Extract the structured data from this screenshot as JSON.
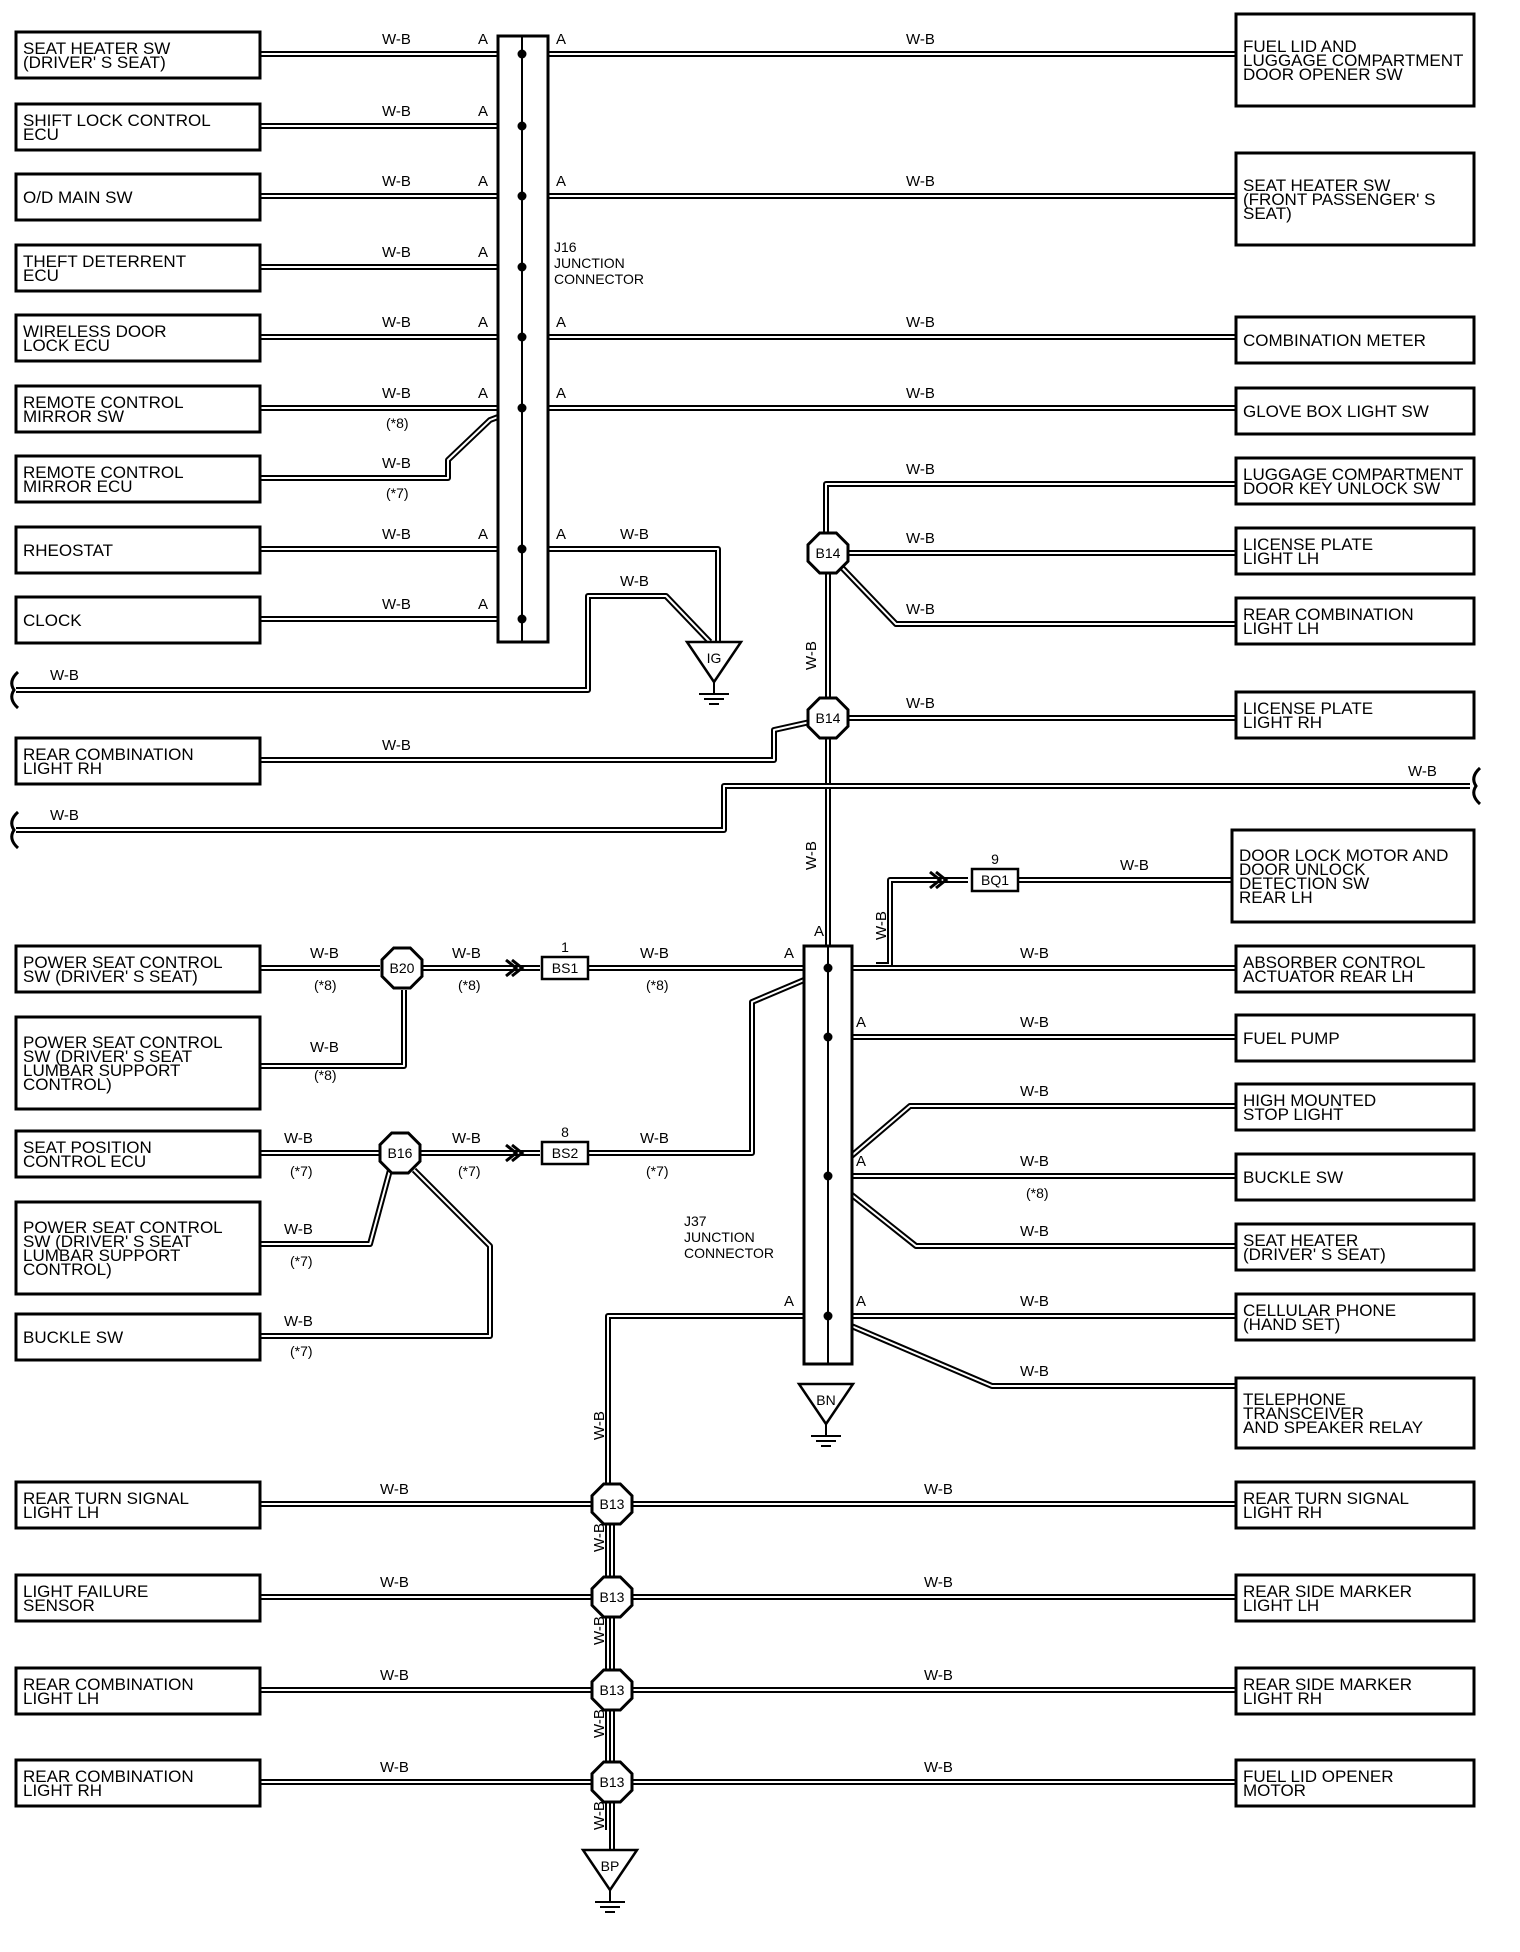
{
  "wire_color": "W-B",
  "left_components": [
    {
      "id": "seat_heater_drv",
      "lines": [
        "SEAT HEATER SW",
        "(DRIVER' S SEAT)"
      ]
    },
    {
      "id": "shift_lock",
      "lines": [
        "SHIFT LOCK CONTROL",
        "ECU"
      ]
    },
    {
      "id": "od_main",
      "lines": [
        "O/D MAIN SW"
      ]
    },
    {
      "id": "theft",
      "lines": [
        "THEFT DETERRENT",
        "ECU"
      ]
    },
    {
      "id": "wireless",
      "lines": [
        "WIRELESS DOOR",
        "LOCK ECU"
      ]
    },
    {
      "id": "rc_mirror_sw",
      "lines": [
        "REMOTE CONTROL",
        "MIRROR SW"
      ]
    },
    {
      "id": "rc_mirror_ecu",
      "lines": [
        "REMOTE CONTROL",
        "MIRROR ECU"
      ]
    },
    {
      "id": "rheostat",
      "lines": [
        "RHEOSTAT"
      ]
    },
    {
      "id": "clock",
      "lines": [
        "CLOCK"
      ]
    },
    {
      "id": "rear_comb_rh_1",
      "lines": [
        "REAR COMBINATION",
        "LIGHT RH"
      ]
    },
    {
      "id": "ps_ctrl_drv",
      "lines": [
        "POWER SEAT CONTROL",
        "SW (DRIVER' S SEAT)"
      ]
    },
    {
      "id": "ps_lumbar_8",
      "lines": [
        "POWER SEAT CONTROL",
        "SW (DRIVER' S SEAT",
        "LUMBAR SUPPORT",
        "CONTROL)"
      ]
    },
    {
      "id": "seat_pos_ecu",
      "lines": [
        "SEAT POSITION",
        "CONTROL ECU"
      ]
    },
    {
      "id": "ps_lumbar_7",
      "lines": [
        "POWER SEAT CONTROL",
        "SW (DRIVER' S SEAT",
        "LUMBAR SUPPORT",
        "CONTROL)"
      ]
    },
    {
      "id": "buckle_l",
      "lines": [
        "BUCKLE SW"
      ]
    },
    {
      "id": "rear_turn_lh",
      "lines": [
        "REAR TURN SIGNAL",
        "LIGHT LH"
      ]
    },
    {
      "id": "light_fail",
      "lines": [
        "LIGHT FAILURE",
        "SENSOR"
      ]
    },
    {
      "id": "rear_comb_lh",
      "lines": [
        "REAR COMBINATION",
        "LIGHT LH"
      ]
    },
    {
      "id": "rear_comb_rh_2",
      "lines": [
        "REAR COMBINATION",
        "LIGHT RH"
      ]
    }
  ],
  "right_components": [
    {
      "id": "fuel_lid_lug",
      "lines": [
        "FUEL LID AND",
        "LUGGAGE COMPARTMENT",
        "DOOR OPENER SW"
      ]
    },
    {
      "id": "seat_heater_fp",
      "lines": [
        "SEAT HEATER SW",
        "(FRONT PASSENGER' S",
        " SEAT)"
      ]
    },
    {
      "id": "comb_meter",
      "lines": [
        "COMBINATION METER"
      ]
    },
    {
      "id": "glove_box",
      "lines": [
        "GLOVE BOX LIGHT SW"
      ]
    },
    {
      "id": "lug_key",
      "lines": [
        "LUGGAGE COMPARTMENT",
        "DOOR KEY UNLOCK SW"
      ]
    },
    {
      "id": "lic_lh",
      "lines": [
        "LICENSE PLATE",
        "LIGHT LH"
      ]
    },
    {
      "id": "rear_comb_lh_r",
      "lines": [
        "REAR COMBINATION",
        "LIGHT LH"
      ]
    },
    {
      "id": "lic_rh",
      "lines": [
        "LICENSE PLATE",
        "LIGHT RH"
      ]
    },
    {
      "id": "door_lock_motor",
      "lines": [
        "DOOR LOCK MOTOR AND",
        "DOOR UNLOCK",
        "DETECTION SW",
        "REAR LH"
      ]
    },
    {
      "id": "absorber",
      "lines": [
        "ABSORBER CONTROL",
        "ACTUATOR REAR LH"
      ]
    },
    {
      "id": "fuel_pump",
      "lines": [
        "FUEL PUMP"
      ]
    },
    {
      "id": "high_stop",
      "lines": [
        "HIGH MOUNTED",
        "STOP LIGHT"
      ]
    },
    {
      "id": "buckle_r",
      "lines": [
        "BUCKLE SW"
      ]
    },
    {
      "id": "seat_heater_drv_r",
      "lines": [
        "SEAT HEATER",
        "(DRIVER' S SEAT)"
      ]
    },
    {
      "id": "cell_phone",
      "lines": [
        "CELLULAR PHONE",
        "(HAND SET)"
      ]
    },
    {
      "id": "telephone",
      "lines": [
        "TELEPHONE",
        "TRANSCEIVER",
        "AND SPEAKER RELAY"
      ]
    },
    {
      "id": "rear_turn_rh",
      "lines": [
        "REAR TURN SIGNAL",
        "LIGHT RH"
      ]
    },
    {
      "id": "rear_side_lh",
      "lines": [
        "REAR SIDE MARKER",
        "LIGHT LH"
      ]
    },
    {
      "id": "rear_side_rh",
      "lines": [
        "REAR SIDE MARKER",
        "LIGHT RH"
      ]
    },
    {
      "id": "fuel_lid_motor",
      "lines": [
        "FUEL LID OPENER",
        "MOTOR"
      ]
    }
  ],
  "junctions": [
    {
      "id": "j16",
      "lines": [
        "J16",
        "JUNCTION",
        "CONNECTOR"
      ]
    },
    {
      "id": "j37",
      "lines": [
        "J37",
        "JUNCTION",
        "CONNECTOR"
      ]
    }
  ],
  "terminal_letter": "A",
  "splices": {
    "b14": "B14",
    "b20": "B20",
    "b16": "B16",
    "b13": "B13"
  },
  "grounds": {
    "ig": "IG",
    "bn": "BN",
    "bp": "BP"
  },
  "connectors": [
    {
      "id": "bq1",
      "name": "BQ1",
      "pin": "9"
    },
    {
      "id": "bs1",
      "name": "BS1",
      "pin": "1"
    },
    {
      "id": "bs2",
      "name": "BS2",
      "pin": "8"
    }
  ],
  "notes": {
    "n7": "(*7)",
    "n8": "(*8)"
  }
}
